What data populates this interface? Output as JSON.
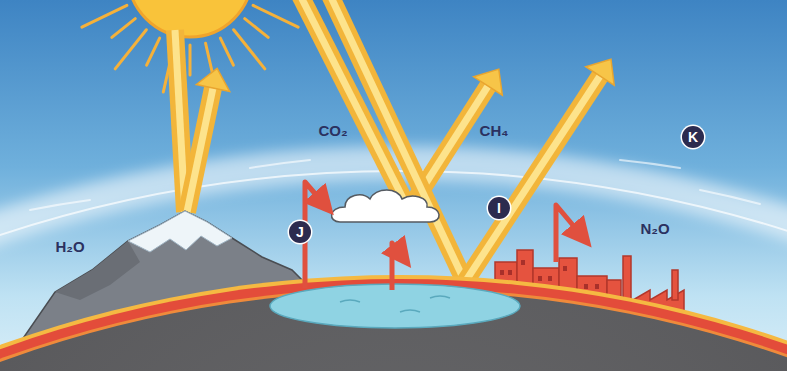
{
  "diagram": {
    "labels": [
      "H₂O",
      "CO₂",
      "J",
      "CH₄",
      "I",
      "K",
      "N₂O"
    ]
  }
}
